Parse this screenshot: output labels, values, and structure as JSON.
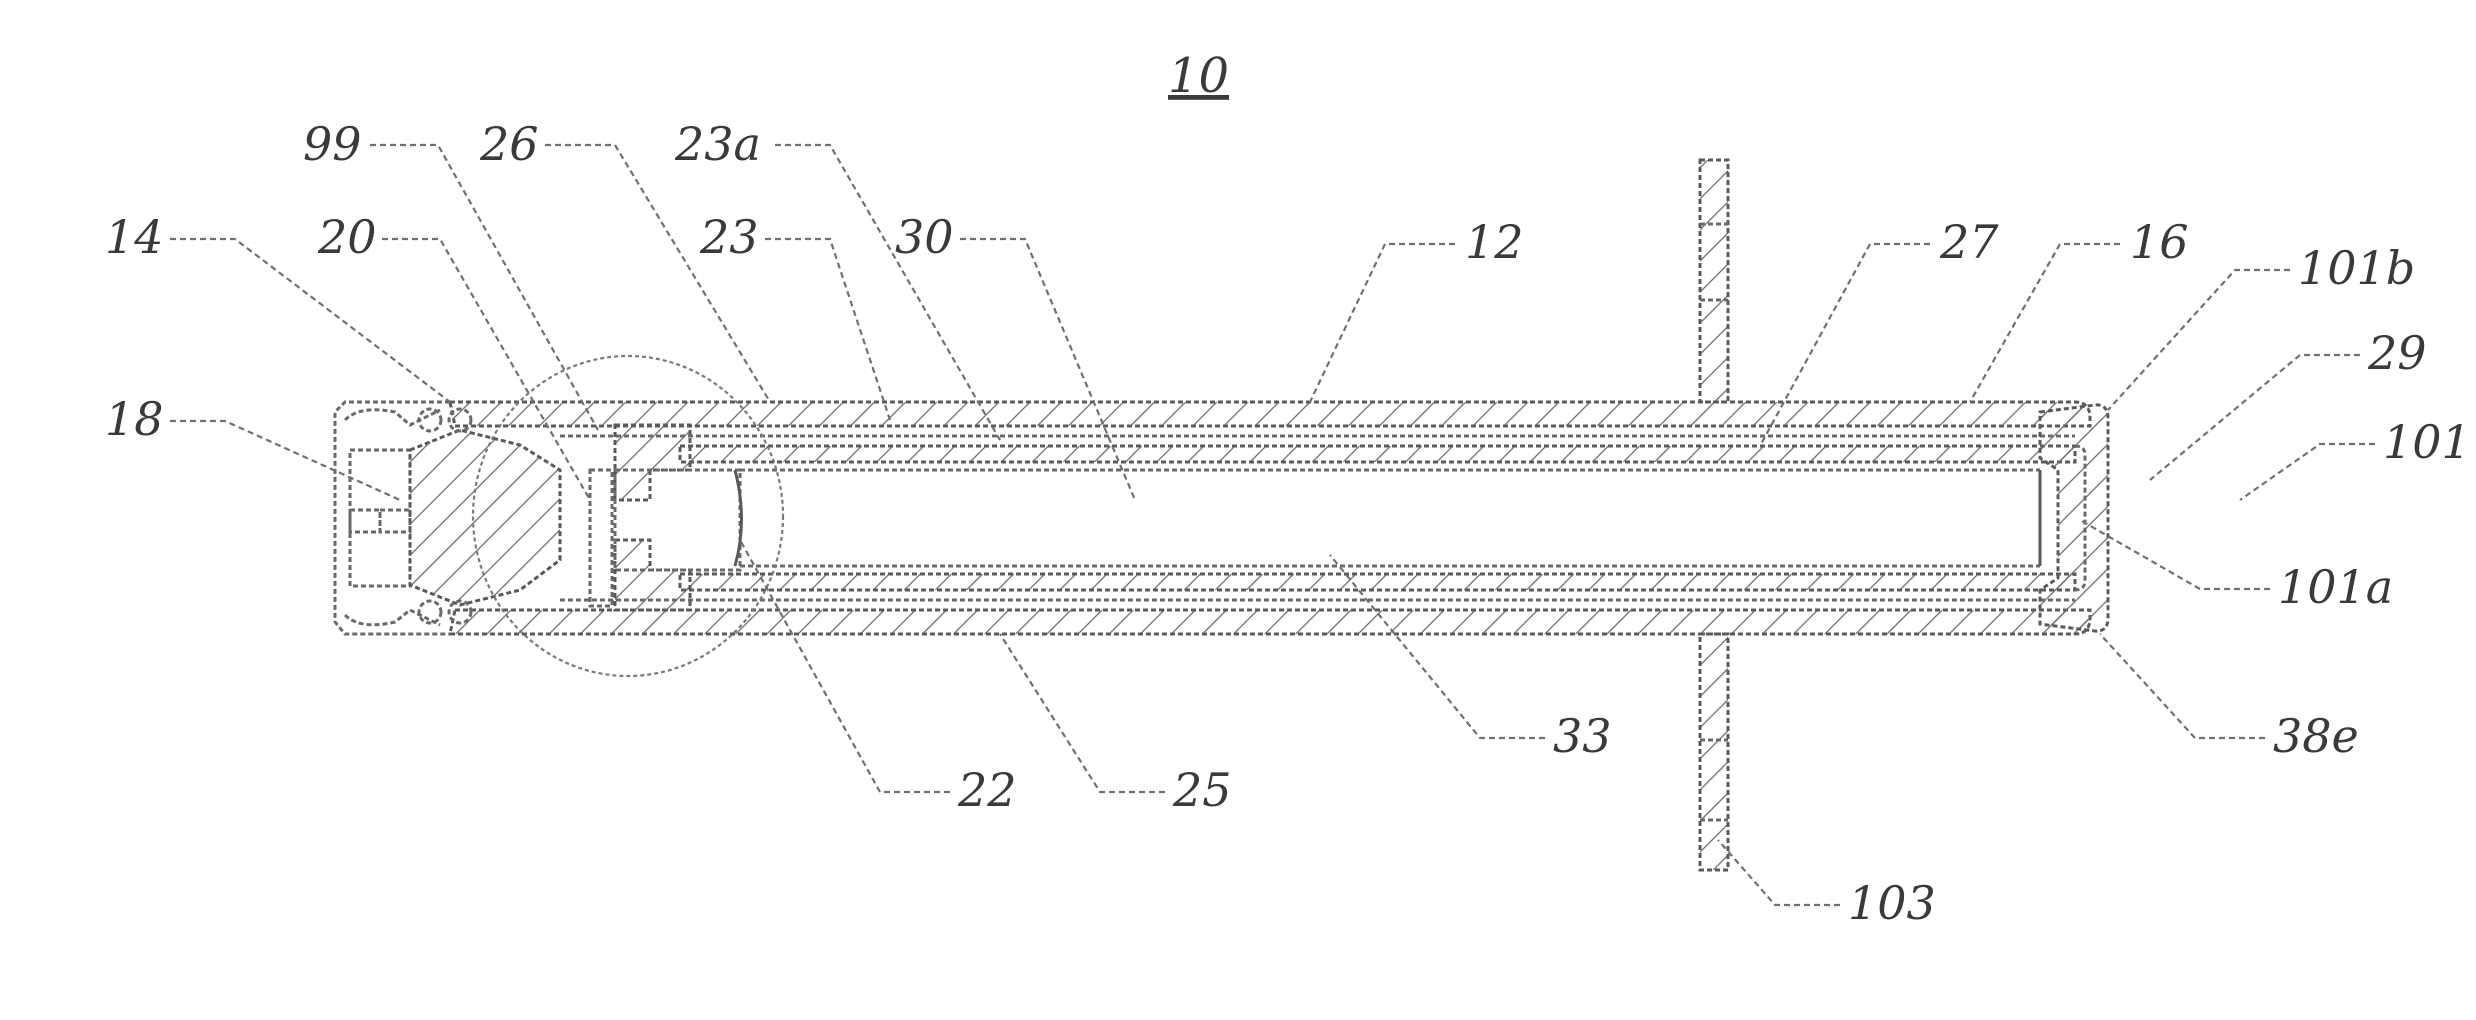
{
  "figure": {
    "number": "10"
  },
  "labels": {
    "l14": "14",
    "l18": "18",
    "l20": "20",
    "l99": "99",
    "l26": "26",
    "l23a": "23a",
    "l23": "23",
    "l30": "30",
    "l12": "12",
    "l27": "27",
    "l16": "16",
    "l101b": "101b",
    "l29": "29",
    "l101": "101",
    "l101a": "101a",
    "l38e": "38e",
    "l33": "33",
    "l22": "22",
    "l25": "25",
    "l103": "103"
  }
}
